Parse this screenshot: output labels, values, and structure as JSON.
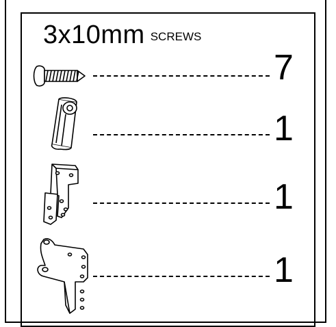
{
  "header": {
    "size": "3x10mm",
    "kind": "SCREWS"
  },
  "parts": [
    {
      "icon": "screw-icon",
      "quantity": "7"
    },
    {
      "icon": "cylinder-knob-icon",
      "quantity": "1"
    },
    {
      "icon": "angle-bracket-icon",
      "quantity": "1"
    },
    {
      "icon": "mounting-plate-icon",
      "quantity": "1"
    }
  ]
}
